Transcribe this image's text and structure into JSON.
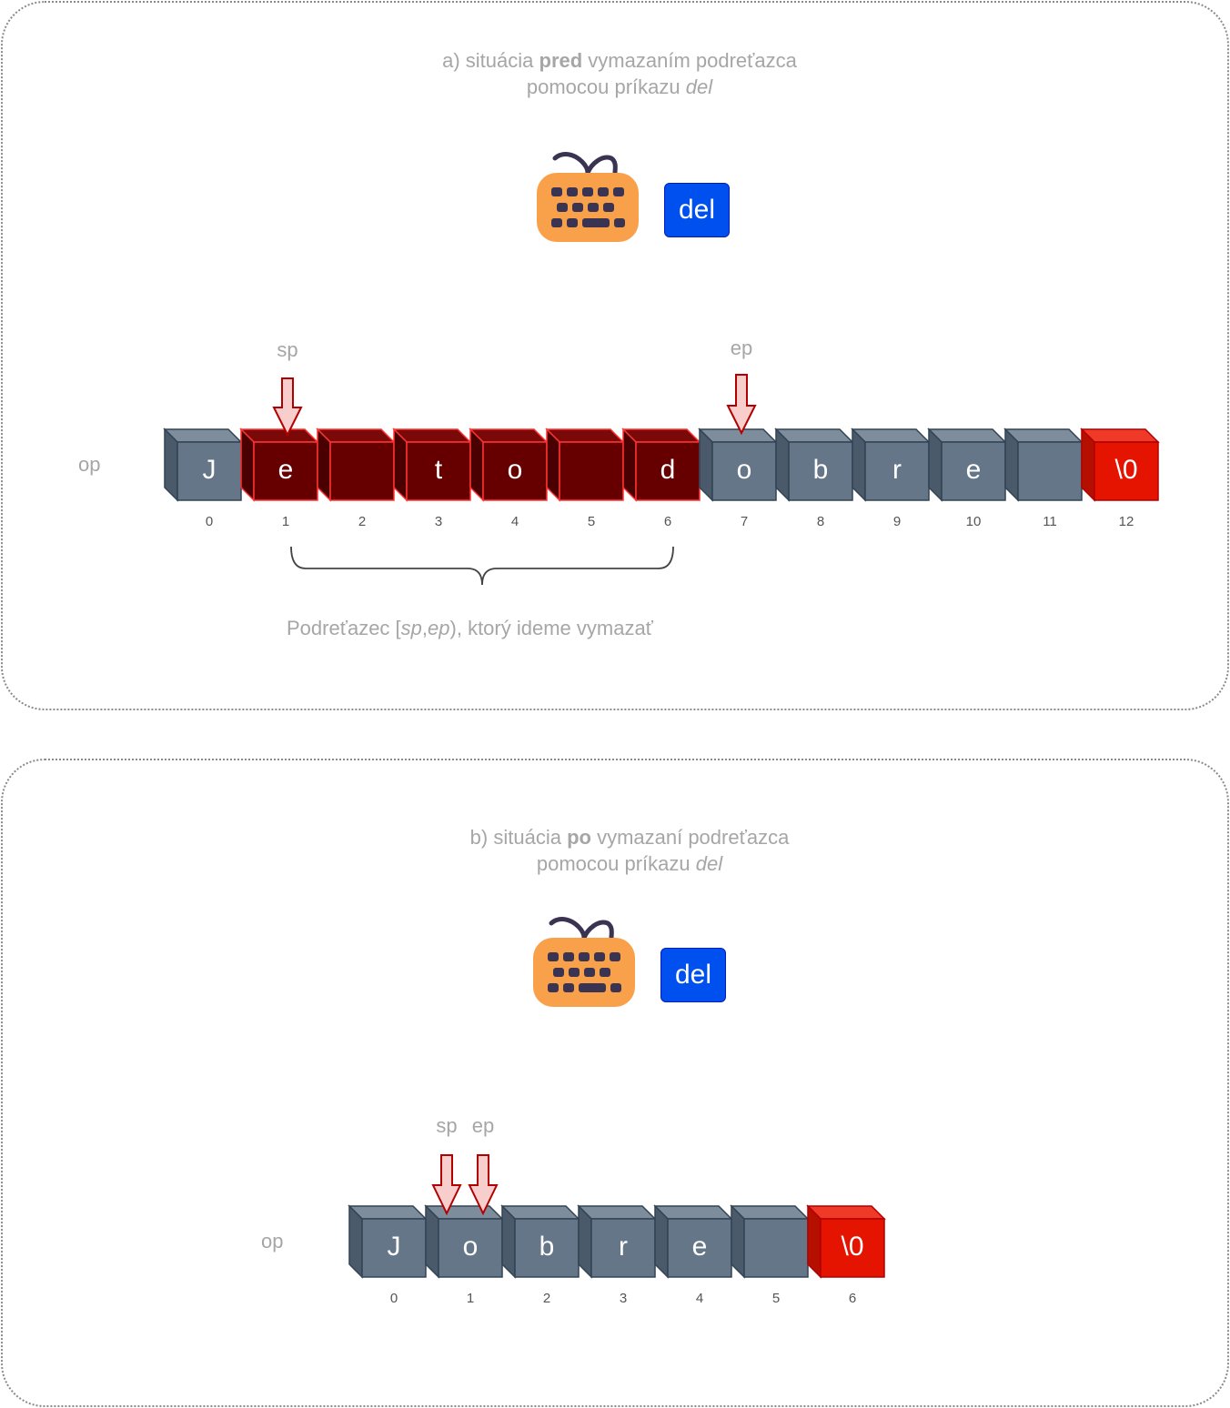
{
  "panel_a": {
    "caption_prefix": "a) situácia ",
    "caption_bold": "pred",
    "caption_suffix": " vymazaním podreťazca",
    "caption_line2_prefix": "pomocou príkazu ",
    "caption_line2_italic": "del",
    "del_label": "del",
    "array_name": "op",
    "cells": [
      "J",
      "e",
      "",
      "t",
      "o",
      "",
      "d",
      "o",
      "b",
      "r",
      "e",
      "",
      "\\0"
    ],
    "indices": [
      "0",
      "1",
      "2",
      "3",
      "4",
      "5",
      "6",
      "7",
      "8",
      "9",
      "10",
      "11",
      "12"
    ],
    "sp_label": "sp",
    "ep_label": "ep",
    "brace_label_prefix": "Podreťazec [",
    "brace_label_sp": "sp",
    "brace_label_comma": ",",
    "brace_label_ep": "ep",
    "brace_label_suffix": "), ktorý ideme vymazať"
  },
  "panel_b": {
    "caption_prefix": "b) situácia ",
    "caption_bold": "po",
    "caption_suffix": " vymazaní podreťazca",
    "caption_line2_prefix": "pomocou príkazu ",
    "caption_line2_italic": "del",
    "del_label": "del",
    "array_name": "op",
    "cells": [
      "J",
      "o",
      "b",
      "r",
      "e",
      "",
      "\\0"
    ],
    "indices": [
      "0",
      "1",
      "2",
      "3",
      "4",
      "5",
      "6"
    ],
    "sp_label": "sp",
    "ep_label": "ep"
  },
  "colors": {
    "cell_normal": "#647687",
    "cell_selected": "#660000",
    "cell_terminator": "#e51400",
    "arrow_fill": "#f8cecc",
    "arrow_stroke": "#b20000",
    "keyboard_body": "#f9a04a",
    "keyboard_keys": "#3a3452",
    "del_button": "#0050ef"
  },
  "icons": [
    "keyboard-icon",
    "down-arrow-icon"
  ]
}
